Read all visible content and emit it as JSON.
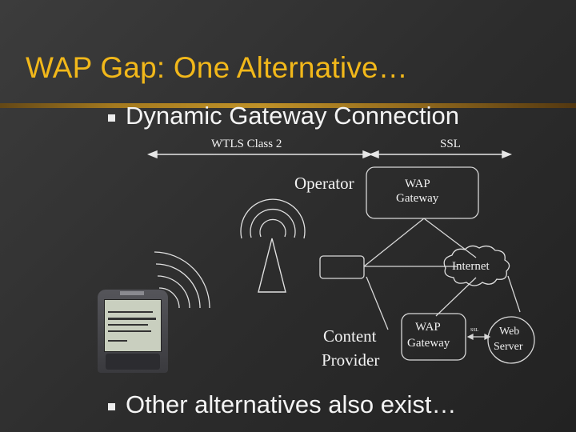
{
  "slide": {
    "title": "WAP Gap: One Alternative…",
    "bullets": [
      "Dynamic Gateway Connection",
      "Other alternatives also exist…"
    ]
  },
  "diagram": {
    "wtls_label": "WTLS Class 2",
    "ssl_label": "SSL",
    "operator_label": "Operator",
    "gateway1_line1": "WAP",
    "gateway1_line2": "Gateway",
    "internet_label": "Internet",
    "content_line1": "Content",
    "content_line2": "Provider",
    "gateway2_line1": "WAP",
    "gateway2_line2": "Gateway",
    "small_ssl_label": "SSL",
    "server_line1": "Web",
    "server_line2": "Server"
  }
}
